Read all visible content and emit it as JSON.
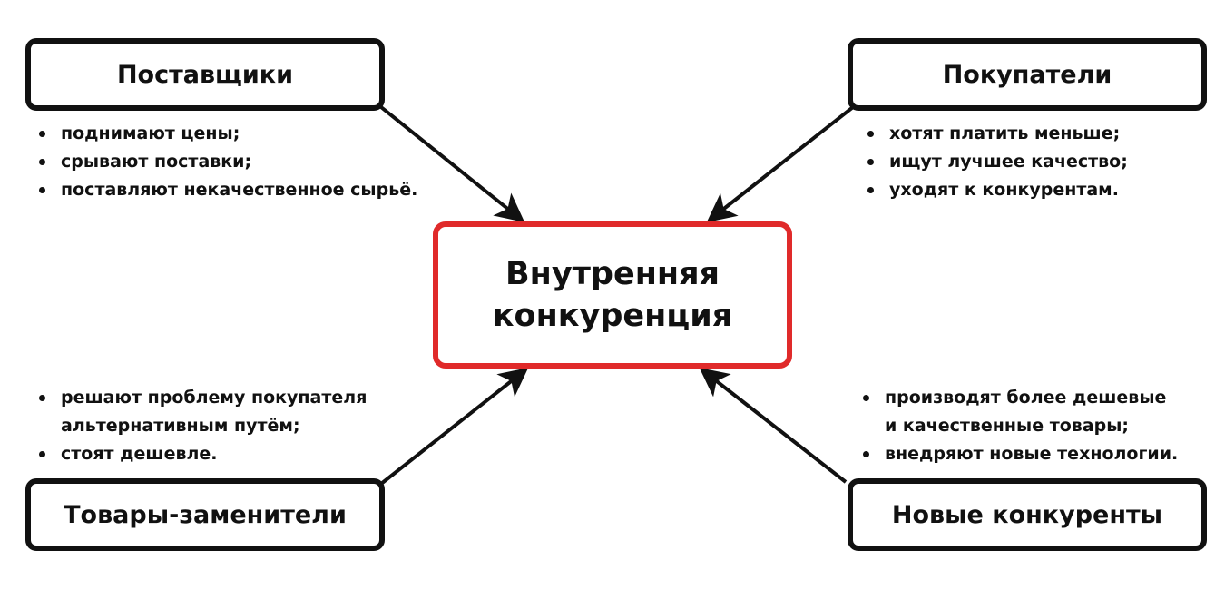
{
  "center": {
    "title": "Внутренняя конкуренция"
  },
  "suppliers": {
    "title": "Поставщики",
    "items": [
      "поднимают цены;",
      "срывают поставки;",
      "поставляют некачественное сырьё."
    ]
  },
  "buyers": {
    "title": "Покупатели",
    "items": [
      "хотят платить меньше;",
      "ищут лучшее качество;",
      "уходят к конкурентам."
    ]
  },
  "substitutes": {
    "title": "Товары-заменители",
    "items": [
      "решают проблему покупателя альтернативным путём;",
      "стоят дешевле."
    ]
  },
  "new_competitors": {
    "title": "Новые конкуренты",
    "items": [
      "производят более дешевые и качественные товары;",
      "внедряют новые технологии."
    ]
  },
  "colors": {
    "center_border": "#e02a2a",
    "box_border": "#111111",
    "arrow": "#111111"
  }
}
